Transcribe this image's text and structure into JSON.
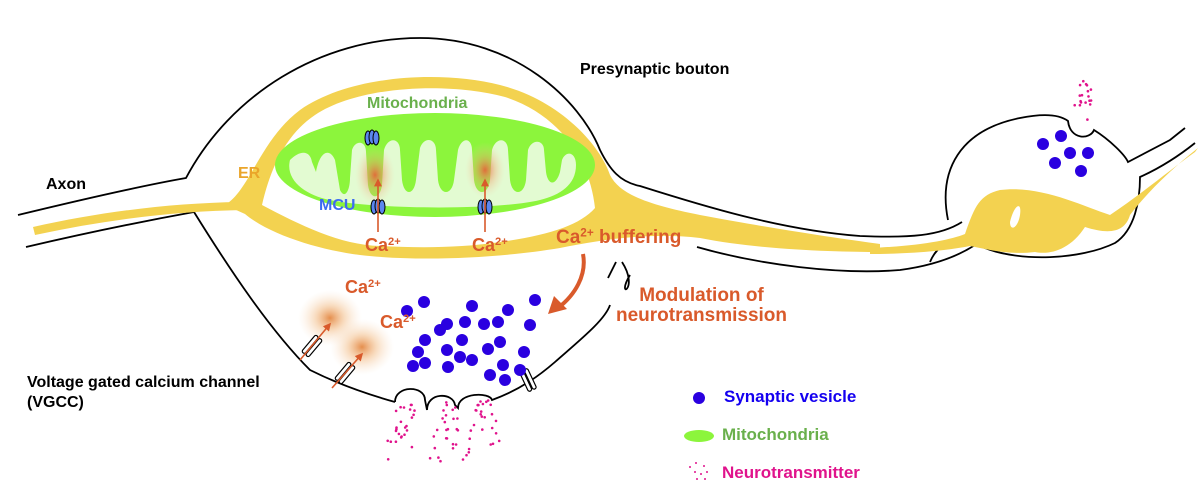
{
  "colors": {
    "membrane": "#000000",
    "er": "#f3d250",
    "er_label": "#eaa52a",
    "mito_outer": "#8cf53c",
    "mito_inner": "#e3fbd2",
    "mito_label": "#6ab04c",
    "mcu": "#5b86f0",
    "mcu_label": "#3d6cf0",
    "calcium": "#d95a2b",
    "vesicle": "#2a00e0",
    "vesicle_label": "#1400f0",
    "neurotransmitter": "#e0138c"
  },
  "labels": {
    "axon": "Axon",
    "er": "ER",
    "presynaptic_bouton": "Presynaptic bouton",
    "mitochondria": "Mitochondria",
    "mcu": "MCU",
    "ca_base": "Ca",
    "ca_charge": "2+",
    "ca_buffering_suffix": " buffering",
    "modulation_line1": "Modulation of",
    "modulation_line2": "neurotransmission",
    "vgcc_line1": "Voltage gated calcium channel",
    "vgcc_line2": "(VGCC)"
  },
  "legend": [
    {
      "icon": "vesicle-dot",
      "label": "Synaptic vesicle"
    },
    {
      "icon": "mitochondria-ellipse",
      "label": "Mitochondria"
    },
    {
      "icon": "neurotransmitter-dots",
      "label": "Neurotransmitter"
    }
  ],
  "counts": {
    "synaptic_vesicles_main_bouton": 27,
    "synaptic_vesicles_second_bouton": 6,
    "mcu_channels": 3,
    "vgcc_channels": 3,
    "exocytosis_sites": 3
  }
}
